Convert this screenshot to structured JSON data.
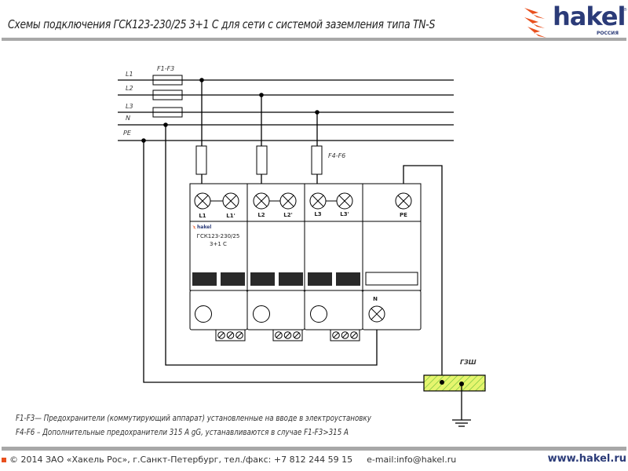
{
  "header": {
    "title": "Схемы подключения ГСК123-230/25 3+1 С для сети с системой заземления типа TN-S",
    "logo_text": "hakel",
    "logo_sub": "РОССИЯ",
    "logo_reg": "®",
    "brand_color": "#2b3b78",
    "accent_color": "#e8501e"
  },
  "diagram": {
    "bus_labels": [
      "L1",
      "L2",
      "L3",
      "N",
      "PE"
    ],
    "fuse_group_label": "F1-F3",
    "extra_fuse_label": "F4-F6",
    "device": {
      "brand": "hakel",
      "model": "ГСК123-230/25",
      "variant": "3+1 С"
    },
    "modules": [
      {
        "terminals": [
          "L1",
          "L1'"
        ]
      },
      {
        "terminals": [
          "L2",
          "L2'"
        ]
      },
      {
        "terminals": [
          "L3",
          "L3'"
        ]
      },
      {
        "terminals": [
          "PE"
        ],
        "bottom_label": "N"
      }
    ],
    "ground_bar_label": "ГЗШ",
    "ground_bar_color": "#e6f56e"
  },
  "notes": [
    "F1-F3— Предохранители (коммутирующий аппарат) установленные на вводе в электроустановку",
    "F4-F6 – Дополнительные предохранители 315 А gG, устанавливаются в случае F1-F3>315 А"
  ],
  "footer": {
    "copyright": "© 2014 ЗАО «Хакель Рос», г.Санкт-Петербург, тел./факс: +7 812 244 59 15",
    "email": "e-mail:info@hakel.ru",
    "website": "www.hakel.ru"
  }
}
